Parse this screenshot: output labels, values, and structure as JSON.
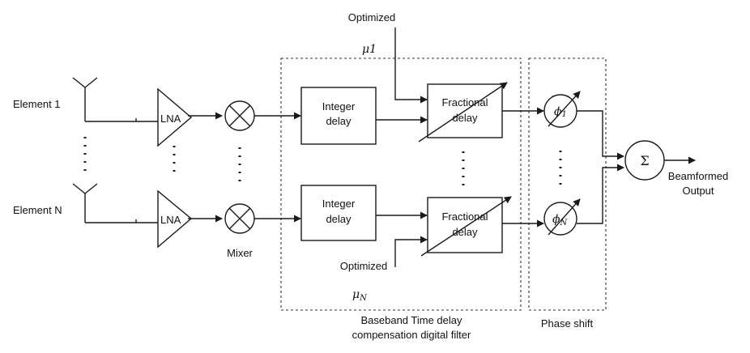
{
  "labels": {
    "element_1": "Element 1",
    "element_n": "Element N",
    "lna_top": "LNA",
    "lna_bottom": "LNA",
    "mixer": "Mixer",
    "optimized_top": "Optimized",
    "optimized_bottom": "Optimized",
    "mu_1": "μ1",
    "mu_n_base": "μ",
    "mu_n_sub": "N",
    "integer_top_line1": "Integer",
    "integer_top_line2": "delay",
    "integer_bottom_line1": "Integer",
    "integer_bottom_line2": "delay",
    "fractional_top_line1": "Fractional",
    "fractional_top_line2": "delay",
    "fractional_bottom_line1": "Fractional",
    "fractional_bottom_line2": "delay",
    "phi_1_base": "ϕ",
    "phi_1_sub": "1",
    "phi_n_base": "ϕ",
    "phi_n_sub": "N",
    "sigma": "Σ",
    "output_line1": "Beamformed",
    "output_line2": "Output",
    "filter_caption_line1": "Baseband Time delay",
    "filter_caption_line2": "compensation digital filter",
    "phase_caption": "Phase shift"
  }
}
